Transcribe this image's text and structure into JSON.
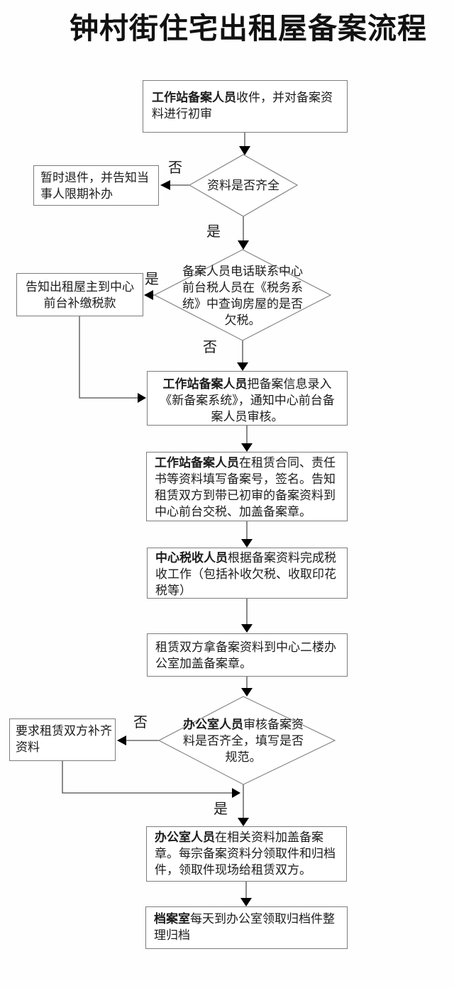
{
  "title": "钟村街住宅出租屋备案流程",
  "labels": {
    "yes": "是",
    "no": "否"
  },
  "nodes": {
    "receive": {
      "bold": "工作站备案人员",
      "text": "收件，并对备案资\n料进行初审"
    },
    "d_complete": {
      "text": "资料是否齐全"
    },
    "return": {
      "text": "暂时退件，并告知当\n事人限期补办"
    },
    "d_tax": {
      "text": "备案人员电话联系中心\n前台税人员在《税务系\n统》中查询房屋的是否\n欠税。"
    },
    "notify_tax": {
      "text": "告知出租屋主到中心\n前台补缴税款"
    },
    "input": {
      "bold": "工作站备案人员",
      "text": "把备案信息录入\n《新备案系统》，通知中心前台备\n案人员审核。"
    },
    "fill": {
      "bold": "工作站备案人员",
      "text": "在租赁合同、责任\n书等资料填写备案号，签名。告知\n租赁双方到带已初审的备案资料到\n中心前台交税、加盖备案章。"
    },
    "tax_work": {
      "bold": "中心税收人员",
      "text": "根据备案资料完成税\n收工作（包括补收欠税、收取印花\n税等）"
    },
    "stamp": {
      "text": "租赁双方拿备案资料到中心二楼办\n公室加盖备案章。"
    },
    "d_check": {
      "bold": "办公室人员",
      "text": "审核备案资\n料是否齐全，填写是否\n规范。"
    },
    "supplement": {
      "text": "要求租赁双方补齐\n资料"
    },
    "office": {
      "bold": "办公室人员",
      "text": "在相关资料加盖备案\n章。每宗备案资料分领取件和归档\n件，领取件现场给租赁双方。"
    },
    "archive": {
      "bold": "档案室",
      "text": "每天到办公室领取归档件整\n理归档"
    }
  },
  "colors": {
    "box_border": "#7d7d7d",
    "line": "#4d4d4d",
    "arrowhead": "#000000"
  }
}
